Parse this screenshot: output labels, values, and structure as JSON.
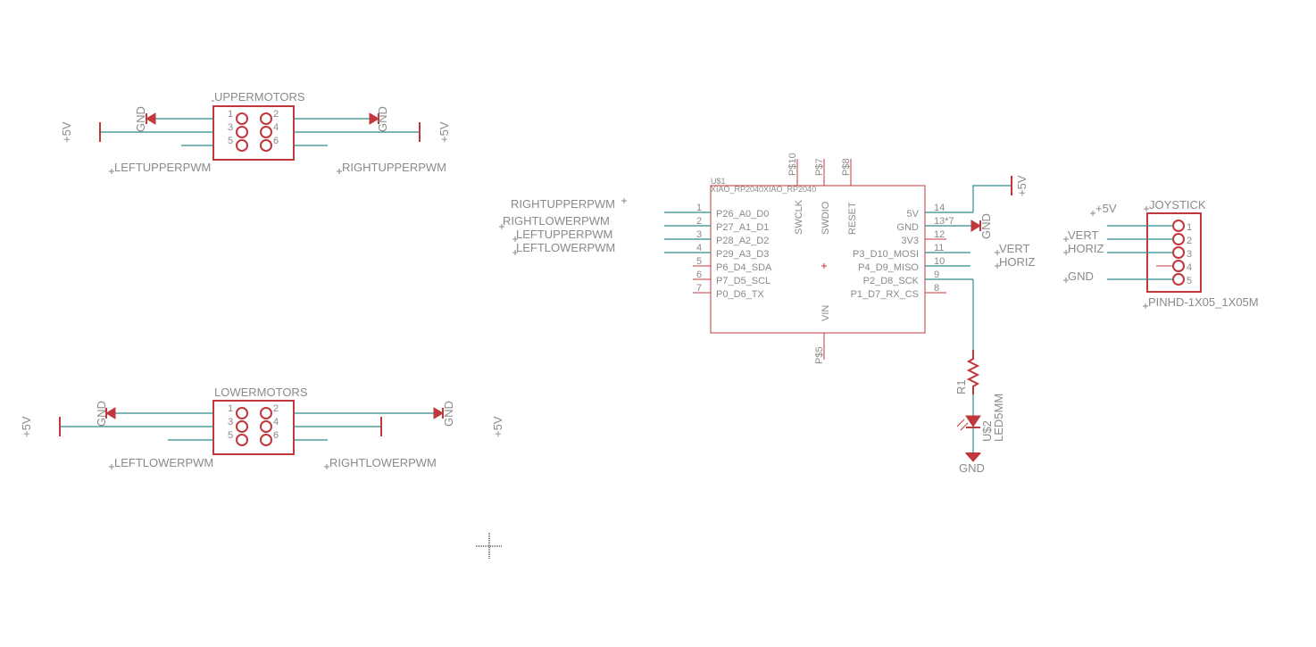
{
  "upper_header": {
    "title": "UPPERMOTORS",
    "pins": [
      "1",
      "2",
      "3",
      "4",
      "5",
      "6"
    ],
    "gnd_left": "GND",
    "gnd_right": "GND",
    "v5_left": "+5V",
    "v5_right": "+5V",
    "net_left": "LEFTUPPERPWM",
    "net_right": "RIGHTUPPERPWM"
  },
  "lower_header": {
    "title": "LOWERMOTORS",
    "pins": [
      "1",
      "2",
      "3",
      "4",
      "5",
      "6"
    ],
    "gnd_left": "GND",
    "gnd_right": "GND",
    "v5_left": "+5V",
    "v5_right": "+5V",
    "net_left": "LEFTLOWERPWM",
    "net_right": "RIGHTLOWERPWM"
  },
  "mcu": {
    "name": "U$1",
    "value": "XIAO_RP2040XIAO_RP2040",
    "left_pins": [
      {
        "num": "1",
        "name": "P26_A0_D0"
      },
      {
        "num": "2",
        "name": "P27_A1_D1"
      },
      {
        "num": "3",
        "name": "P28_A2_D2"
      },
      {
        "num": "4",
        "name": "P29_A3_D3"
      },
      {
        "num": "5",
        "name": "P6_D4_SDA"
      },
      {
        "num": "6",
        "name": "P7_D5_SCL"
      },
      {
        "num": "7",
        "name": "P0_D6_TX"
      }
    ],
    "right_pins": [
      {
        "num": "14",
        "name": "5V"
      },
      {
        "num": "13*7",
        "name": "GND"
      },
      {
        "num": "12",
        "name": "3V3"
      },
      {
        "num": "11",
        "name": "P3_D10_MOSI"
      },
      {
        "num": "10",
        "name": "P4_D9_MISO"
      },
      {
        "num": "9",
        "name": "P2_D8_SCK"
      },
      {
        "num": "8",
        "name": "P1_D7_RX_CS"
      }
    ],
    "top_pins": [
      {
        "num": "P$10",
        "name": "SWCLK"
      },
      {
        "num": "P$7",
        "name": "SWDIO"
      },
      {
        "num": "P$8",
        "name": "RESET"
      }
    ],
    "bottom_pin": {
      "num": "P$5",
      "name": "VIN"
    },
    "net_labels_left": [
      "RIGHTUPPERPWM",
      "RIGHTLOWERPWM",
      "LEFTUPPERPWM",
      "LEFTLOWERPWM"
    ],
    "net_labels_right": [
      "VERT",
      "HORIZ"
    ],
    "v5_label": "+5V",
    "gnd_label": "GND"
  },
  "resistor": {
    "name": "R1"
  },
  "led": {
    "name": "U$2",
    "value": "LED5MM",
    "gnd_label": "GND"
  },
  "joystick": {
    "title": "JOYSTICK",
    "value": "PINHD-1X05_1X05M",
    "pins": [
      "1",
      "2",
      "3",
      "4",
      "5"
    ],
    "v5": "+5V",
    "vert": "VERT",
    "horiz": "HORIZ",
    "gnd": "GND"
  }
}
